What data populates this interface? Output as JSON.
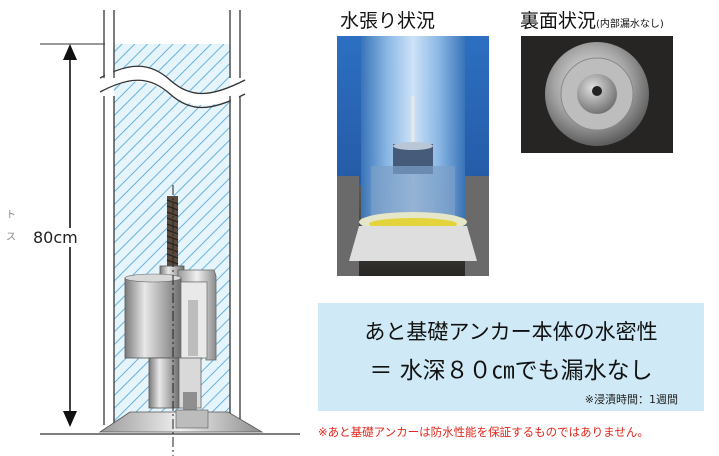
{
  "diagram": {
    "height_label": "80cm",
    "side_text": "ト\nス"
  },
  "photos": {
    "water_caption": "水張り状況",
    "back_caption": "裏面状況",
    "back_caption_note": "(内部漏水なし)"
  },
  "info_box": {
    "line1": "あと基礎アンカー本体の水密性",
    "line2": "＝ 水深８０㎝でも漏水なし",
    "note": "※浸漬時間：1週間"
  },
  "disclaimer": "※あと基礎アンカーは防水性能を保証するものではありません。",
  "colors": {
    "water_hatch": "#52a6d6",
    "water_fill": "#e3f3fb",
    "info_bg": "#cfeaf6",
    "disclaimer": "#e0261a"
  }
}
